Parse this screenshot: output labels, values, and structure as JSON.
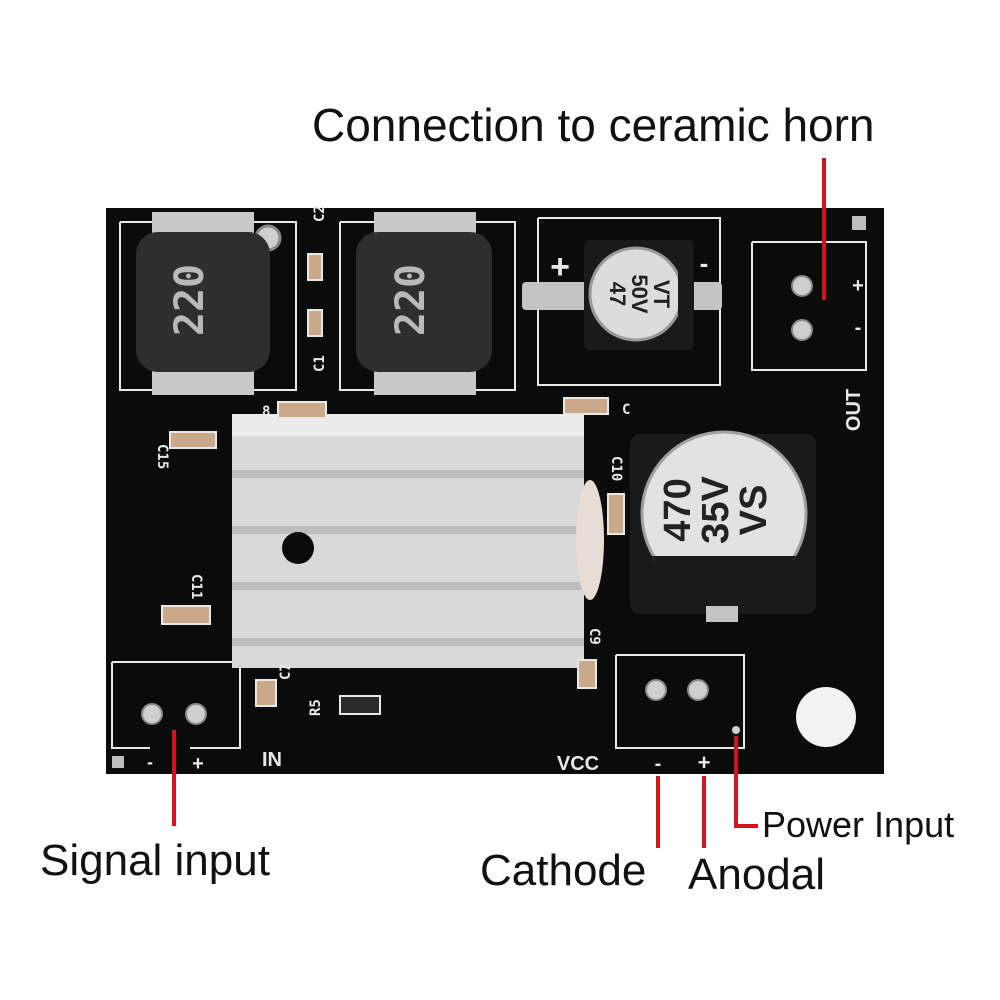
{
  "callouts": {
    "horn": "Connection to ceramic horn",
    "signal": "Signal input",
    "cathode": "Cathode",
    "anodal": "Anodal",
    "power": "Power Input"
  },
  "board": {
    "inductor_value": "220",
    "small_cap": {
      "value": "47",
      "voltage": "50V",
      "series": "VT"
    },
    "large_cap": {
      "value": "470",
      "voltage": "35V",
      "series": "VS"
    },
    "silkscreen": {
      "c2": "C2",
      "c1": "C1",
      "c8": "8",
      "c": "C",
      "c15": "C15",
      "c10": "C10",
      "c11": "C11",
      "c9": "C9",
      "c7": "C7",
      "r5": "R5",
      "out": "OUT",
      "in": "IN",
      "vcc": "VCC",
      "plus": "+",
      "minus": "-"
    }
  },
  "colors": {
    "pcb": "#0b0b0b",
    "leader": "#d4141c",
    "silk": "#e8e8e8",
    "heatsink": "#d9d9d9"
  }
}
